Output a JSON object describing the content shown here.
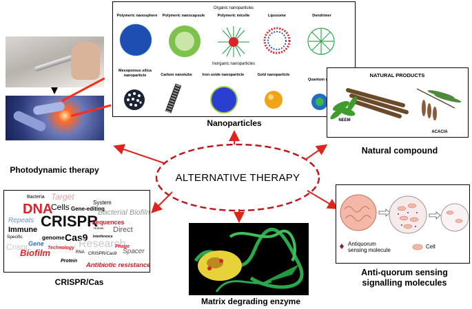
{
  "center": {
    "title": "ALTERNATIVE THERAPY"
  },
  "nanoparticles": {
    "caption": "Nanoparticles",
    "organic_header": "Organic nanoparticles",
    "inorganic_header": "Inorganic nanoparticles",
    "organic": [
      "Polymeric nanosphere",
      "Polymeric nanocapsule",
      "Polymeric micelle",
      "Liposome",
      "Dendrimer"
    ],
    "inorganic": [
      "Mesoporous silica nanoparticle",
      "Carbon nanotube",
      "Iron oxide nanoparticle",
      "Gold nanoparticle",
      "Quantum dot"
    ]
  },
  "natural": {
    "header": "NATURAL PRODUCTS",
    "neem": "NEEM",
    "acacia": "ACACIA",
    "caption": "Natural compound"
  },
  "photodynamic": {
    "caption": "Photodynamic therapy"
  },
  "crispr": {
    "caption": "CRISPR/Cas",
    "words": {
      "bacteria": "Bacteria",
      "target": "Target",
      "dna": "DNA",
      "cells": "Cells",
      "gene_editing": "Gene-editing",
      "system": "System",
      "bacterial_biofilm": "Bacterial Biofilm",
      "repeats": "Repeats",
      "crispr": "CRISPR",
      "sequences": "Sequences",
      "immune": "Immune",
      "human": "Human",
      "direct": "Direct",
      "specific": "Specific",
      "genome": "genome",
      "cas9": "Cas9",
      "interference": "Interference",
      "gene": "Gene",
      "research": "Research",
      "crispr_small": "Crispr",
      "phage": "Phage",
      "biofilm": "Biofilm",
      "technology": "Technology",
      "rna": "RNA",
      "crispr_cas9": "CRISPR/Cas9",
      "spacer": "Spacer",
      "protein": "Protein",
      "antibiotic_resistance": "Antibiotic resistance"
    }
  },
  "enzyme": {
    "caption": "Matrix degrading enzyme"
  },
  "quorum": {
    "legend_molecule": "Antiquorum sensing molecule",
    "legend_cell": "Cell",
    "caption_line1": "Anti-quorum sensing",
    "caption_line2": "signalling molecules"
  },
  "colors": {
    "arrow": "#e0231c",
    "dna": "#d8232a",
    "crispr_word": "#111111",
    "enzyme_bg": "#000000"
  }
}
